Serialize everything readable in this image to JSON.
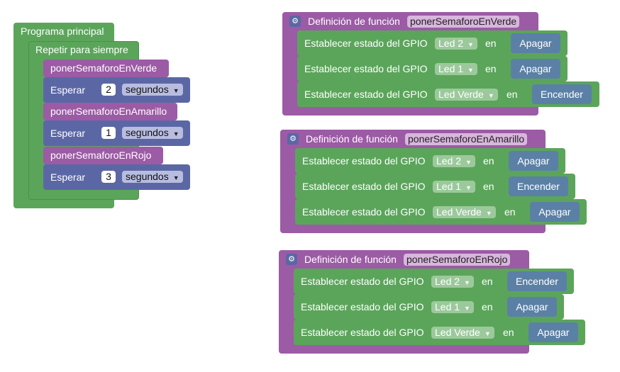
{
  "main": {
    "title": "Programa principal",
    "loop_label": "Repetir para siempre",
    "steps": [
      {
        "call": "ponerSemaforoEnVerde",
        "wait_label": "Esperar",
        "wait_value": "2",
        "unit": "segundos"
      },
      {
        "call": "ponerSemaforoEnAmarillo",
        "wait_label": "Esperar",
        "wait_value": "1",
        "unit": "segundos"
      },
      {
        "call": "ponerSemaforoEnRojo",
        "wait_label": "Esperar",
        "wait_value": "3",
        "unit": "segundos"
      }
    ]
  },
  "functions": [
    {
      "label": "Definición de función",
      "name": "ponerSemaforoEnVerde",
      "rows": [
        {
          "label": "Establecer estado del GPIO",
          "led": "Led 2",
          "en": "en",
          "state": "Apagar"
        },
        {
          "label": "Establecer estado del GPIO",
          "led": "Led 1",
          "en": "en",
          "state": "Apagar"
        },
        {
          "label": "Establecer estado del GPIO",
          "led": "Led Verde",
          "en": "en",
          "state": "Encender"
        }
      ]
    },
    {
      "label": "Definición de función",
      "name": "ponerSemaforoEnAmarillo",
      "rows": [
        {
          "label": "Establecer estado del GPIO",
          "led": "Led 2",
          "en": "en",
          "state": "Apagar"
        },
        {
          "label": "Establecer estado del GPIO",
          "led": "Led 1",
          "en": "en",
          "state": "Encender"
        },
        {
          "label": "Establecer estado del GPIO",
          "led": "Led Verde",
          "en": "en",
          "state": "Apagar"
        }
      ]
    },
    {
      "label": "Definición de función",
      "name": "ponerSemaforoEnRojo",
      "rows": [
        {
          "label": "Establecer estado del GPIO",
          "led": "Led 2",
          "en": "en",
          "state": "Encender"
        },
        {
          "label": "Establecer estado del GPIO",
          "led": "Led 1",
          "en": "en",
          "state": "Apagar"
        },
        {
          "label": "Establecer estado del GPIO",
          "led": "Led Verde",
          "en": "en",
          "state": "Apagar"
        }
      ]
    }
  ],
  "colors": {
    "logic_green": "#5ba55b",
    "procedure_purple": "#9c5ba5",
    "wait_blue": "#5b67a5",
    "value_steel": "#5b80a5"
  },
  "icons": {
    "dropdown": "triangle-down",
    "function_def": "gear-icon"
  }
}
